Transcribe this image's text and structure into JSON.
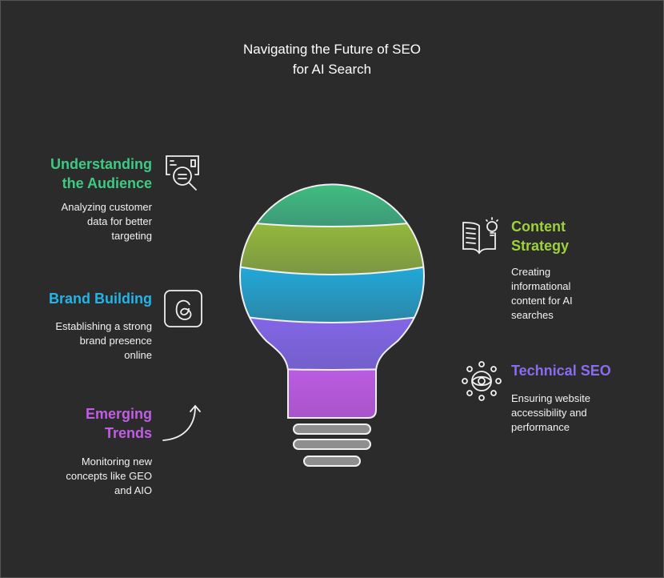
{
  "title": {
    "line1": "Navigating the Future of SEO",
    "line2": "for AI Search"
  },
  "items": [
    {
      "heading1": "Understanding",
      "heading2": "the Audience",
      "desc": [
        "Analyzing customer",
        "data for better",
        "targeting"
      ],
      "color": "#3dcb83",
      "icon": "audience-search-icon"
    },
    {
      "heading1": "Brand Building",
      "desc": [
        "Establishing a strong",
        "brand presence",
        "online"
      ],
      "color": "#22b5ea",
      "icon": "threads-brand-icon"
    },
    {
      "heading1": "Emerging",
      "heading2": "Trends",
      "desc": [
        "Monitoring new",
        "concepts like GEO",
        "and AIO"
      ],
      "color": "#c25ee6",
      "icon": "curved-arrow-icon"
    },
    {
      "heading1": "Content",
      "heading2": "Strategy",
      "desc": [
        "Creating",
        "informational",
        "content for AI",
        "searches"
      ],
      "color": "#9dd23a",
      "icon": "book-lightbulb-icon"
    },
    {
      "heading1": "Technical SEO",
      "desc": [
        "Ensuring website",
        "accessibility and",
        "performance"
      ],
      "color": "#8b6cf0",
      "icon": "eye-network-icon"
    }
  ]
}
